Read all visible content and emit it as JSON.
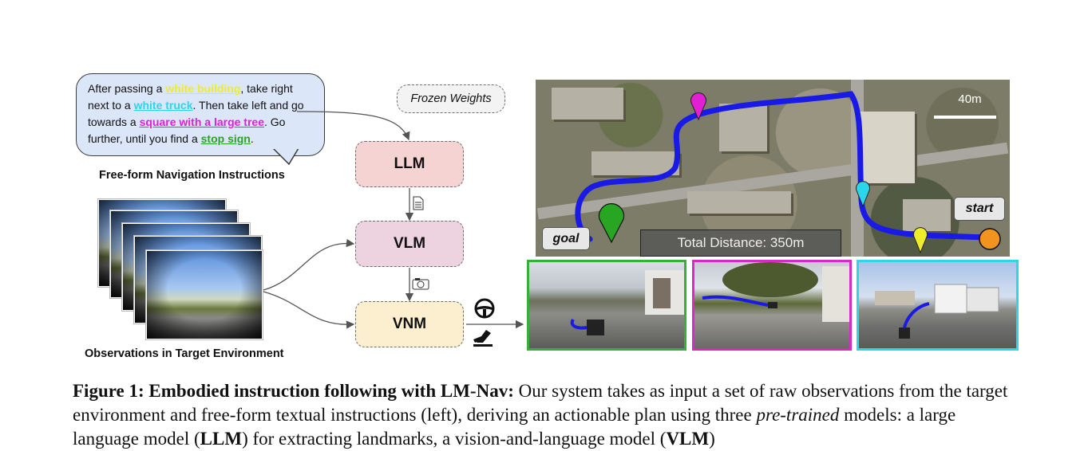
{
  "instruction": {
    "p1": "After passing a ",
    "l1": "white building",
    "p2": ", take right next to a ",
    "l2": "white truck",
    "p3": ". Then take left and go towards a ",
    "l3": "square with a large tree",
    "p4": ". Go further, until you find a ",
    "l4": "stop sign",
    "p5": "."
  },
  "labels": {
    "instructions": "Free-form Navigation Instructions",
    "observations": "Observations in Target Environment",
    "frozen": "Frozen Weights",
    "llm": "LLM",
    "vlm": "VLM",
    "vnm": "VNM"
  },
  "map": {
    "goal": "goal",
    "start": "start",
    "distance": "Total Distance: 350m",
    "scale": "40m"
  },
  "colors": {
    "path": "#1a1ae6",
    "yellow": "#eded2a",
    "cyan": "#2ad6e8",
    "magenta": "#e21fd3",
    "green": "#27a523",
    "start": "#f29320"
  },
  "caption": {
    "label": "Figure 1: Embodied instruction following with LM-Nav:",
    "text1": " Our system takes as input a set of raw observations from the target environment and free-form textual instructions (left), deriving an actionable plan using three ",
    "italic": "pre-trained",
    "text2": " models: a large language model (",
    "b1": "LLM",
    "text3": ") for extracting landmarks, a vision-and-language model (",
    "b2": "VLM",
    "text4": ")"
  }
}
